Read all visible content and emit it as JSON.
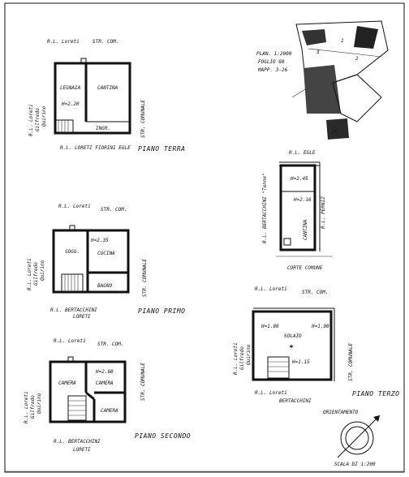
{
  "top_left": {
    "north": [
      "R.L. Loreti",
      "STR. COM."
    ],
    "west": [
      "R.L. Loreti",
      "Gilfredo",
      "Quirino"
    ],
    "east": "STR. COMUNALE",
    "south": "R.L. LORETI FIORINI EGLE",
    "rooms": [
      "LEGNAIA",
      "CANTINA",
      "H=2.20",
      "INGR."
    ],
    "title": "PIANO TERRA"
  },
  "map": {
    "lines": [
      "PLAN. 1:2000",
      "FOGLIO 60",
      "MAPP. 3-26"
    ],
    "parcels": [
      "1",
      "2",
      "3",
      "24"
    ]
  },
  "mid_left": {
    "north": [
      "R.L. Loreti",
      "STR. COM."
    ],
    "west": [
      "R.L. Loreti",
      "Gilfredo",
      "Quirino"
    ],
    "east": "STR. COMUNALE",
    "south": [
      "R.L. BERTACCHINI",
      "LORETI"
    ],
    "rooms": [
      "SOGG.",
      "CUCINA",
      "BAGNO",
      "H=2.35"
    ],
    "title": "PIANO PRIMO"
  },
  "mid_right": {
    "north": "R.L. EGLE",
    "west": "R.L. BERTACCHINI \"Tenne\"",
    "east": "R.L. PERNIZ",
    "rooms": [
      "H=2.45",
      "H=2.16",
      "CANTINA"
    ],
    "south": "CORTE COMUNE"
  },
  "bottom_left": {
    "north": [
      "R.L. Loreti",
      "STR. COM."
    ],
    "west": [
      "R.L. Loreti",
      "Gilfredo",
      "Quirino"
    ],
    "east": "STR. COMUNALE",
    "south": [
      "R.L. BERTACCHINI",
      "LORETI"
    ],
    "rooms": [
      "CAMERA",
      "CAMERA",
      "CAMERA",
      "H=2.60"
    ],
    "title": "PIANO SECONDO"
  },
  "bottom_right": {
    "north": [
      "R.L. Loreti",
      "STR. COM."
    ],
    "west": [
      "R.L. Loreti",
      "Gilfredo",
      "Quirino"
    ],
    "east": "STR. COMUNALE",
    "south": [
      "R.L. Loreti",
      "BERTACCHINI"
    ],
    "rooms": [
      "SOLAIO",
      "H=1.80",
      "H=1.90",
      "H=1.15"
    ],
    "title": "PIANO TERZO"
  },
  "orientation": "ORIENTAMENTO",
  "scale": "SCALA DI 1:200"
}
